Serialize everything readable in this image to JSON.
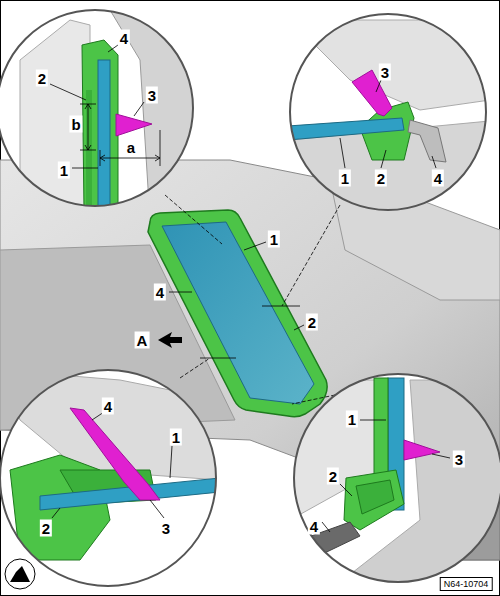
{
  "diagram": {
    "labels": [
      "4",
      "2",
      "3",
      "b",
      "a",
      "1",
      "3",
      "1",
      "2",
      "4",
      "1",
      "4",
      "A",
      "2",
      "4",
      "1",
      "2",
      "3",
      "1",
      "2",
      "3",
      "4",
      "N64-10704"
    ]
  }
}
